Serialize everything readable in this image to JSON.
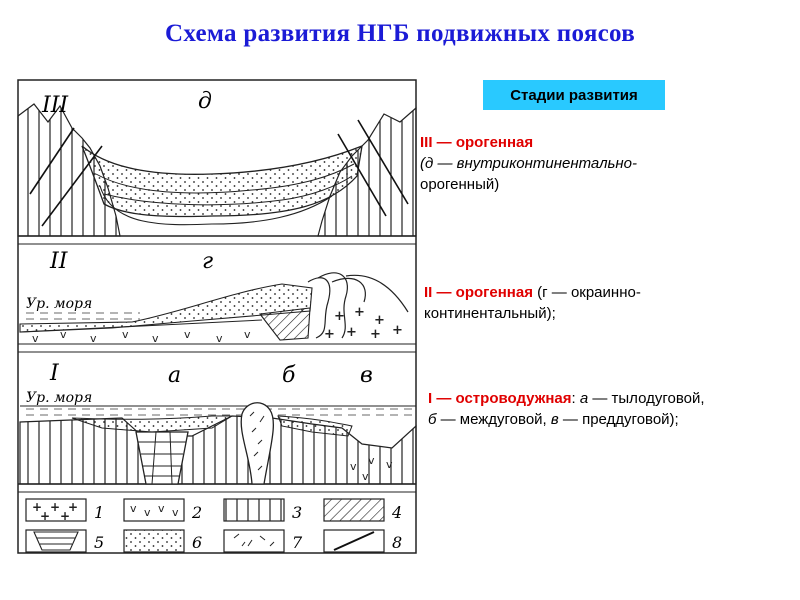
{
  "title": "Схема развития НГБ подвижных поясов",
  "badge": "Стадии развития",
  "stage3": {
    "name": "III — орогенная",
    "line2": "(д — внутриконтинентально-",
    "line3": "орогенный)"
  },
  "stage2": {
    "name": "II — орогенная",
    "rest1": " (г — окраинно-",
    "line2": "континентальный);"
  },
  "stage1": {
    "name": "I — островодужная",
    "rest1a": ": ",
    "a_letter": "а",
    "rest1b": " — тылодуговой,",
    "b_letter": "б",
    "rest2a": " — междуговой, ",
    "v_letter": "в",
    "rest2b": " — преддуговой);"
  },
  "diagram": {
    "panel3": {
      "roman": "III",
      "letter": "д"
    },
    "panel2": {
      "roman": "II",
      "letter": "г",
      "sea_level": "Ур. моря"
    },
    "panel1": {
      "roman": "I",
      "letter_a": "а",
      "letter_b": "б",
      "letter_v": "в",
      "sea_level": "Ур. моря"
    },
    "legend": [
      "1",
      "2",
      "3",
      "4",
      "5",
      "6",
      "7",
      "8"
    ]
  }
}
